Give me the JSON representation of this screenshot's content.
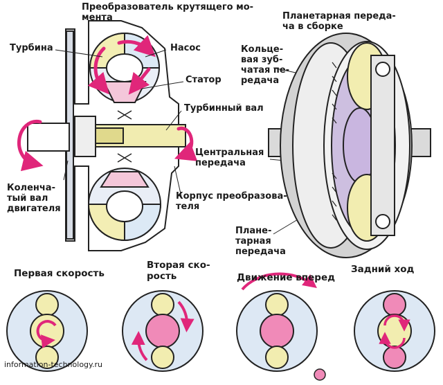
{
  "torque_converter": {
    "title": "Преобразователь крутящего мо-\nмента",
    "turbine": "Турбина",
    "pump": "Насос",
    "stator": "Статор",
    "turbine_shaft": "Турбинный вал",
    "crankshaft": "Коленча-\nтый вал\nдвигателя",
    "housing": "Корпус преобразова-\nтеля"
  },
  "planetary": {
    "title": "Планетарная переда-\nча в сборке",
    "ring_gear": "Кольце-\nвая зуб-\nчатая пе-\nредача",
    "sun_gear": "Центральная\nпередача",
    "planet_gear": "Плане-\nтарная\nпередача"
  },
  "modes": [
    {
      "label": "Первая скорость"
    },
    {
      "label": "Вторая ско-\nрость"
    },
    {
      "label": "Движение вперед"
    },
    {
      "label": "Задний ход"
    }
  ],
  "watermark": "information-technology.ru",
  "colors": {
    "outline": "#222222",
    "magenta": "#e0267a",
    "pink": "#f08ab8",
    "lightpink": "#f6c8dc",
    "cream": "#f2edb0",
    "paleblue": "#dde8f4",
    "lavender": "#d7c6e6",
    "gray": "#cfcfcf"
  }
}
